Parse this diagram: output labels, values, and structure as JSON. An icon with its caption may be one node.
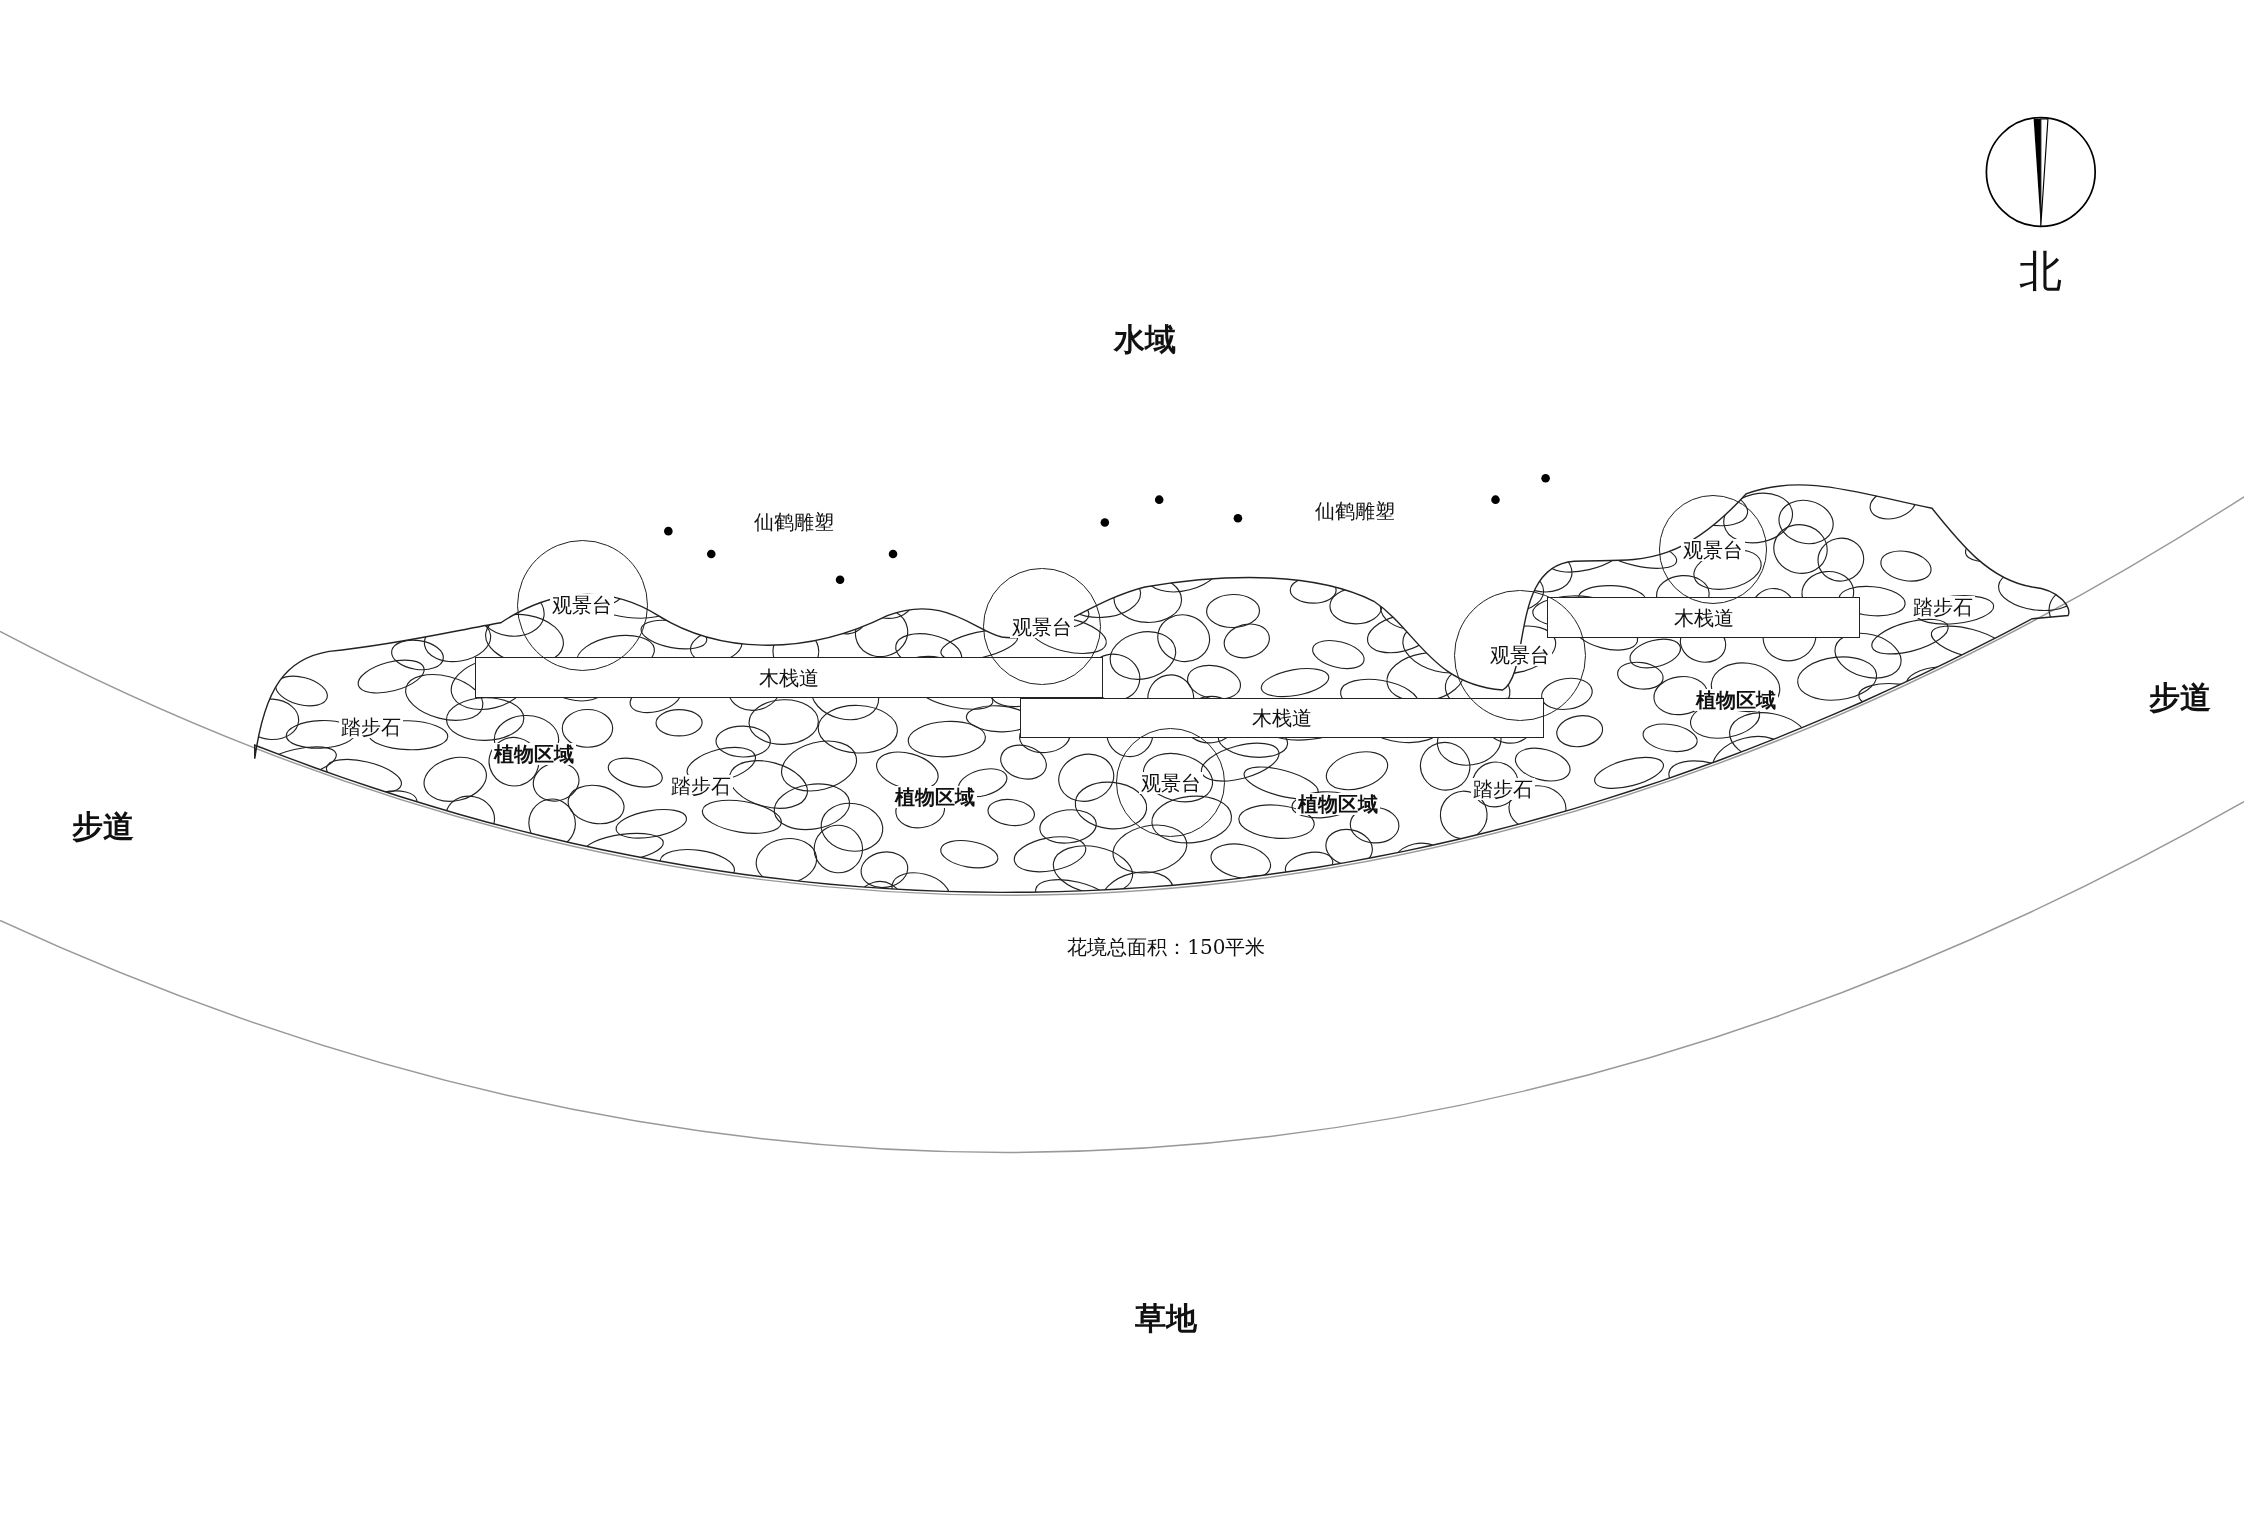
{
  "diagram": {
    "nodes": [
      {
        "text": [
          "观景台"
        ]
      },
      {
        "text": [
          "观景台"
        ]
      },
      {
        "text": [
          "观景台"
        ]
      },
      {
        "text": [
          "观景台"
        ]
      },
      {
        "text": [
          "木栈道"
        ]
      },
      {
        "text": [
          "木栈道"
        ]
      },
      {
        "text": [
          "木栈道"
        ]
      },
      {
        "text": [
          "观景台"
        ]
      }
    ],
    "edges": [],
    "labels": [
      "北",
      "水域",
      "仙鹤雕塑",
      "仙鹤雕塑",
      "踏步石",
      "步道",
      "植物区域",
      "踏步石",
      "植物区域",
      "踏步石",
      "踏步石",
      "植物区域",
      "植物区域",
      "步道",
      "花境总面积：150平米",
      "草地"
    ]
  }
}
